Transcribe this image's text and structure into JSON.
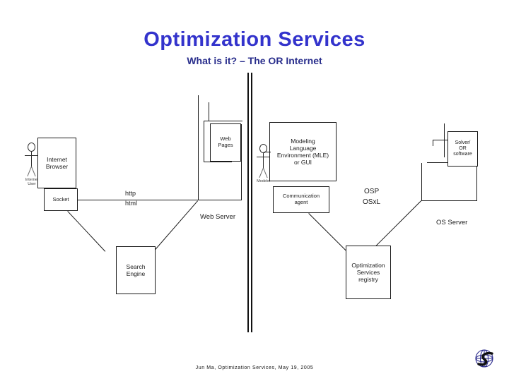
{
  "slide": {
    "title": "Optimization Services",
    "subtitle": "What is it? – The OR Internet",
    "footer": "Jun Ma, Optimization Services, May 19, 2005",
    "title_color": "#3333cc",
    "subtitle_color": "#292e8c",
    "background": "#ffffff",
    "logo_name": "globe-s-logo"
  },
  "diagram": {
    "actors": [
      {
        "name": "internet-user",
        "label": "Internet User"
      },
      {
        "name": "modeler",
        "label": "Modeler"
      }
    ],
    "boxes": [
      {
        "name": "internet-browser",
        "label": "Internet\nBrowser"
      },
      {
        "name": "socket",
        "label": "Socket"
      },
      {
        "name": "search-engine",
        "label": "Search\nEngine"
      },
      {
        "name": "web-pages",
        "label": "Web\nPages"
      },
      {
        "name": "modeling-language-environment",
        "label": "Modeling\nLanguage\nEnvironment (MLE)\nor GUI"
      },
      {
        "name": "communication-agent",
        "label": "Communication\nagent"
      },
      {
        "name": "optimization-services-registry",
        "label": "Optimization\nServices\nregistry"
      },
      {
        "name": "solver-or-software",
        "label": "Solver/\nOR\nsoftware"
      }
    ],
    "labels": [
      {
        "name": "http-label",
        "text": "http"
      },
      {
        "name": "html-label",
        "text": "html"
      },
      {
        "name": "web-server-label",
        "text": "Web Server"
      },
      {
        "name": "osp-label",
        "text": "OSP"
      },
      {
        "name": "osxl-label",
        "text": "OSxL"
      },
      {
        "name": "os-server-label",
        "text": "OS Server"
      }
    ]
  }
}
